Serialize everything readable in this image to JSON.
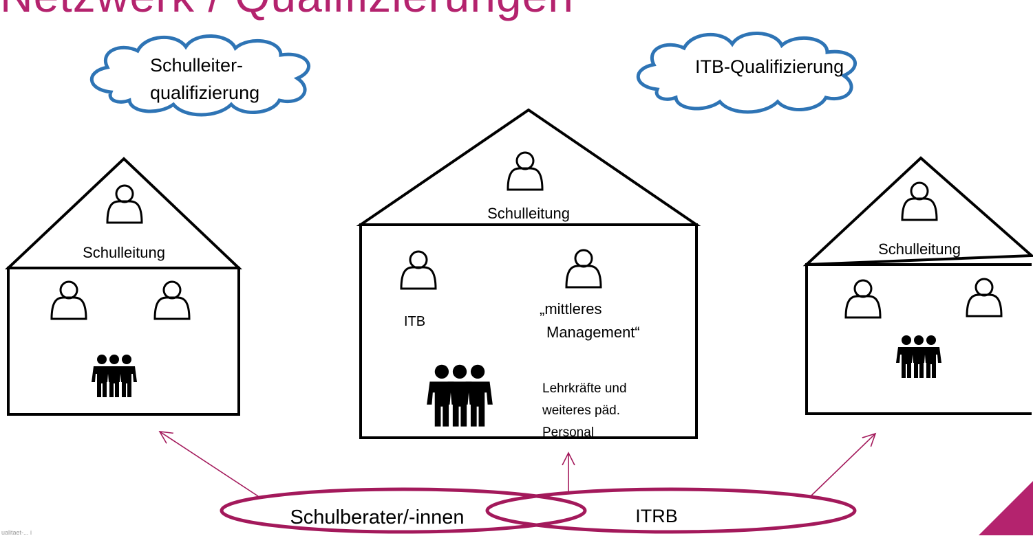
{
  "header": {
    "title": "Netzwerk / Qualifizierungen",
    "title_color": "#b4236e"
  },
  "clouds": {
    "left": {
      "line1": "Schulleiter-",
      "line2": "qualifizierung"
    },
    "right": {
      "label": "ITB-Qualifizierung"
    },
    "stroke_color": "#2e74b5"
  },
  "houses": {
    "left": {
      "roof_label": "Schulleitung"
    },
    "center": {
      "roof_label": "Schulleitung",
      "itb_label": "ITB",
      "mgmt_line1": "„mittleres",
      "mgmt_line2": "Management“",
      "staff_line1": "Lehrkräfte und",
      "staff_line2": "weiteres päd.",
      "staff_line3": "Personal"
    },
    "right": {
      "roof_label": "Schulleitung"
    }
  },
  "advisors": {
    "left": "Schulberater/-innen",
    "right": "ITRB",
    "color": "#a3195b"
  },
  "footer": {
    "text": "ualitaet-... i"
  },
  "corner_color": "#b4236e",
  "icons": {
    "person": "person-outline-icon",
    "group": "people-group-icon"
  }
}
